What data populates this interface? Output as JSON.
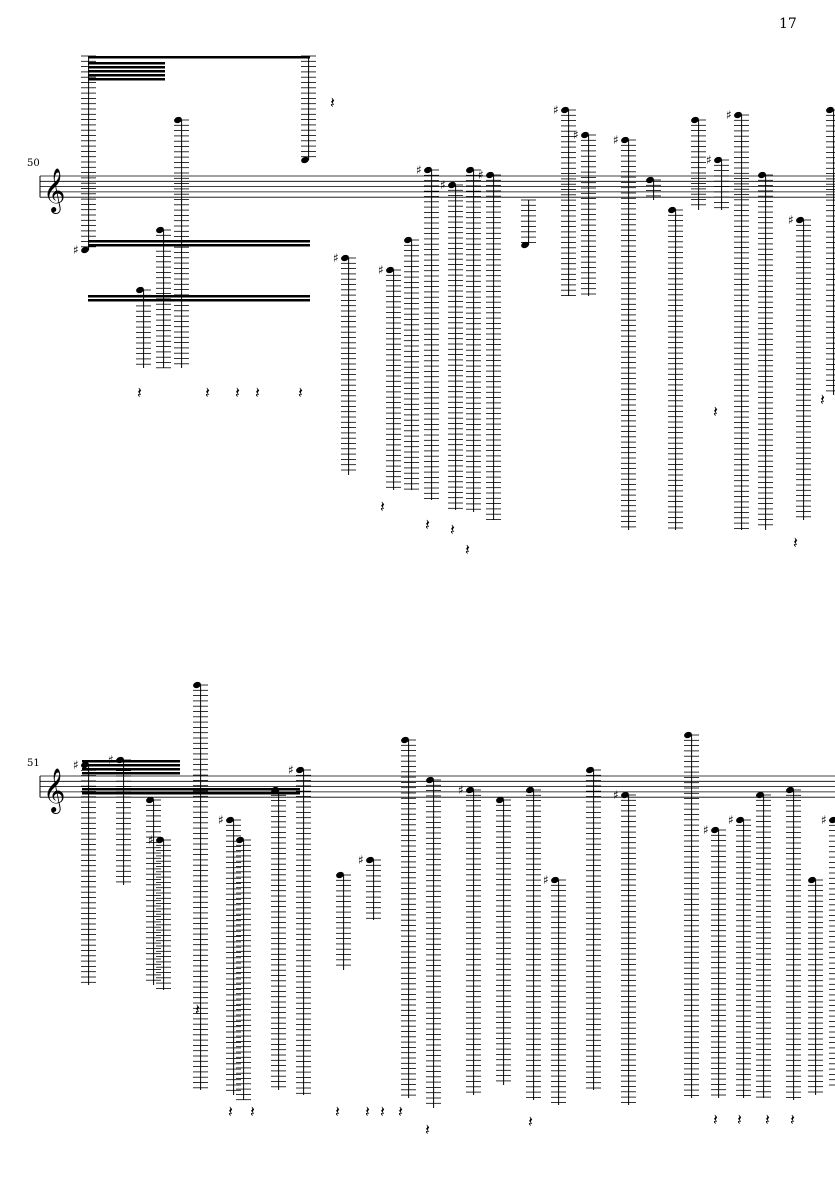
{
  "page": {
    "number": "17"
  },
  "systems": [
    {
      "measure_number": "50"
    },
    {
      "measure_number": "51"
    }
  ],
  "clef": "treble-clef",
  "colors": {
    "ink": "#000000",
    "paper": "#ffffff"
  }
}
